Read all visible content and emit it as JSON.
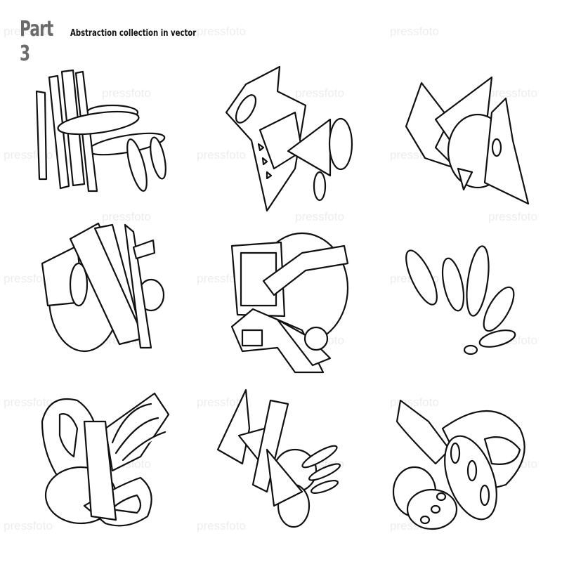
{
  "header": {
    "part_label": "Part 3",
    "subtitle": "Abstraction collection in vector"
  },
  "watermark": {
    "text": "pressfoto"
  },
  "colors": {
    "title_gray": "#6b6b6b",
    "ink": "#111111",
    "background": "#ffffff"
  }
}
